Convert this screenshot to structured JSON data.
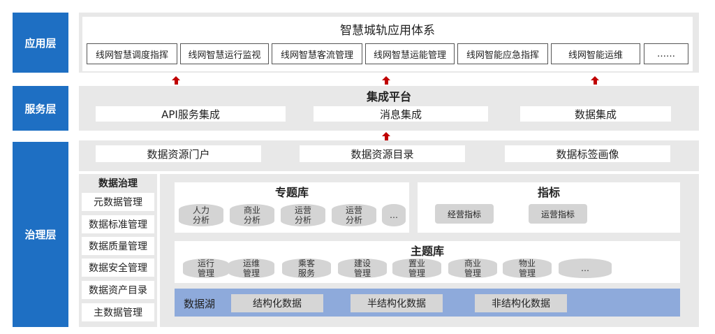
{
  "layers": {
    "application": "应用层",
    "service": "服务层",
    "governance": "治理层"
  },
  "app": {
    "title": "智慧城轨应用体系",
    "items": [
      "线网智慧调度指挥",
      "线网智慧运行监视",
      "线网智慧客流管理",
      "线网智慧运能管理",
      "线网智能应急指挥",
      "线网智能运维",
      "……"
    ]
  },
  "service": {
    "title": "集成平台",
    "items": [
      "API服务集成",
      "消息集成",
      "数据集成"
    ]
  },
  "governance": {
    "top_items": [
      "数据资源门户",
      "数据资源目录",
      "数据标签画像"
    ],
    "data_gov": {
      "title": "数据治理",
      "items": [
        "元数据管理",
        "数据标准管理",
        "数据质量管理",
        "数据安全管理",
        "数据资产目录",
        "主数据管理"
      ]
    },
    "topic_db": {
      "title": "专题库",
      "items": [
        "人力\n分析",
        "商业\n分析",
        "运营\n分析",
        "运营\n分析",
        "…"
      ]
    },
    "indicator": {
      "title": "指标",
      "items": [
        "经营指标",
        "运营指标"
      ]
    },
    "subject_db": {
      "title": "主题库",
      "items": [
        "运行\n管理",
        "运维\n管理",
        "乘客\n服务",
        "建设\n管理",
        "置业\n管理",
        "商业\n管理",
        "物业\n管理",
        "…"
      ]
    },
    "data_lake": {
      "title": "数据湖",
      "items": [
        "结构化数据",
        "半结构化数据",
        "非结构化数据"
      ]
    }
  },
  "colors": {
    "layer_blue": "#1e6fc3",
    "lake_blue": "#8eaadb",
    "arrow_red": "#c00000",
    "panel_gray": "#e8e8e8"
  }
}
